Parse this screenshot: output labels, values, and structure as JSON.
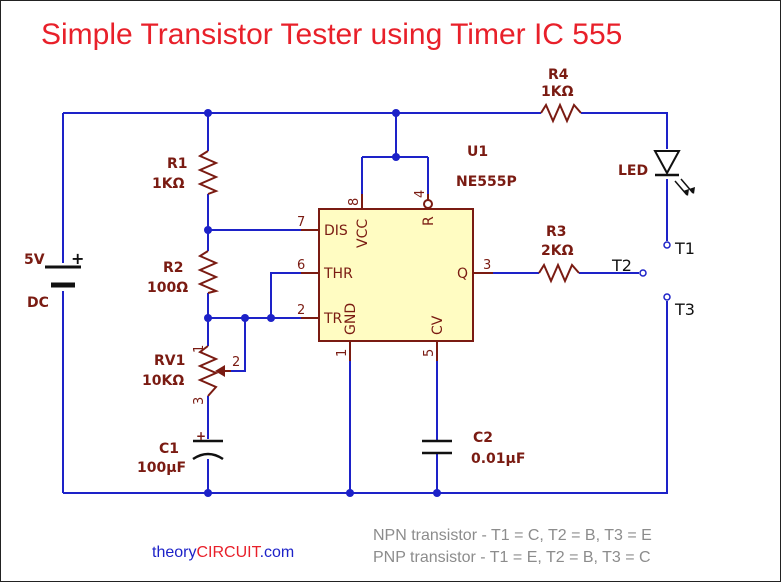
{
  "title": "Simple Transistor Tester using Timer IC 555",
  "components": {
    "r1": {
      "ref": "R1",
      "value": "1KΩ"
    },
    "r2": {
      "ref": "R2",
      "value": "100Ω"
    },
    "rv1": {
      "ref": "RV1",
      "value": "10KΩ",
      "pin1": "1",
      "pin2": "2",
      "pin3": "3"
    },
    "c1": {
      "ref": "C1",
      "value": "100μF",
      "polarity": "+"
    },
    "c2": {
      "ref": "C2",
      "value": "0.01μF"
    },
    "r3": {
      "ref": "R3",
      "value": "2KΩ"
    },
    "r4": {
      "ref": "R4",
      "value": "1KΩ"
    },
    "led": {
      "ref": "LED"
    },
    "battery": {
      "voltage": "5V",
      "type": "DC",
      "plus": "+"
    },
    "u1": {
      "ref": "U1",
      "part": "NE555P",
      "pins": {
        "dis": {
          "name": "DIS",
          "num": "7"
        },
        "thr": {
          "name": "THR",
          "num": "6"
        },
        "tr": {
          "name": "TR",
          "num": "2"
        },
        "vcc": {
          "name": "VCC",
          "num": "8"
        },
        "r": {
          "name": "R",
          "num": "4"
        },
        "gnd": {
          "name": "GND",
          "num": "1"
        },
        "cv": {
          "name": "CV",
          "num": "5"
        },
        "q": {
          "name": "Q",
          "num": "3"
        }
      }
    }
  },
  "terminals": {
    "t1": "T1",
    "t2": "T2",
    "t3": "T3"
  },
  "notes": {
    "npn": "NPN transistor - T1 = C, T2 = B, T3 = E",
    "pnp": "PNP transistor - T1 = E, T2 = B, T3 = C"
  },
  "brand": {
    "part1": "theory",
    "part2": "CIRCUIT",
    "part3": ".com"
  },
  "colors": {
    "title": "#e8202a",
    "wire": "#1d22c8",
    "component": "#7a1b12",
    "ic_fill": "#fffcc2",
    "brand_red": "#e8202a",
    "brand_blue": "#1d22c8",
    "note": "#8c8c8c"
  }
}
